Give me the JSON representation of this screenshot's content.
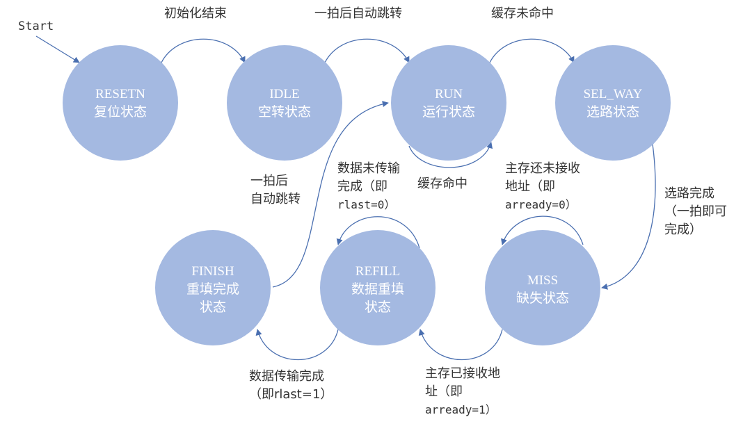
{
  "start_label": "Start",
  "states": {
    "resetn": {
      "name": "RESETN",
      "desc": [
        "复位状态"
      ]
    },
    "idle": {
      "name": "IDLE",
      "desc": [
        "空转状态"
      ]
    },
    "run": {
      "name": "RUN",
      "desc": [
        "运行状态"
      ]
    },
    "sel_way": {
      "name": "SEL_WAY",
      "desc": [
        "选路状态"
      ]
    },
    "finish": {
      "name": "FINISH",
      "desc": [
        "重填完成",
        "状态"
      ]
    },
    "refill": {
      "name": "REFILL",
      "desc": [
        "数据重填",
        "状态"
      ]
    },
    "miss": {
      "name": "MISS",
      "desc": [
        "缺失状态"
      ]
    }
  },
  "transitions": {
    "resetn_to_idle": [
      "初始化结束"
    ],
    "idle_to_run": [
      "一拍后自动跳转"
    ],
    "run_to_sel_way": [
      "缓存未命中"
    ],
    "run_self": [
      "缓存命中"
    ],
    "finish_to_run": [
      "一拍后",
      "自动跳转"
    ],
    "refill_self": [
      "数据未传输",
      "完成（即",
      "rlast=0）"
    ],
    "miss_self": [
      "主存还未接收",
      "地址（即",
      "arready=0）"
    ],
    "sel_way_to_miss": [
      "选路完成",
      "（一拍即可",
      "完成）"
    ],
    "refill_to_finish": [
      "数据传输完成",
      "（即rlast=1）"
    ],
    "miss_to_refill": [
      "主存已接收地",
      "址（即",
      "arready=1）"
    ]
  }
}
